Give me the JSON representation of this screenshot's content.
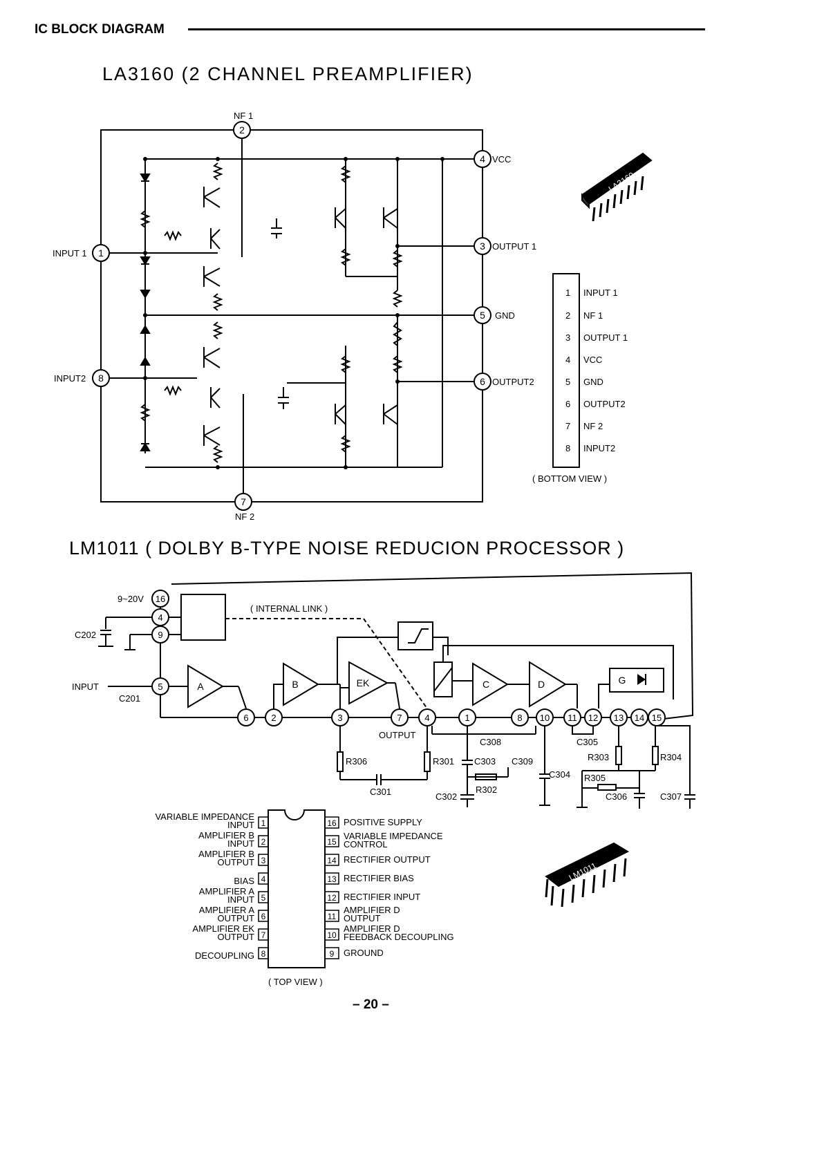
{
  "header": {
    "title": "IC BLOCK DIAGRAM"
  },
  "la3160": {
    "title": "LA3160 (2 CHANNEL PREAMPLIFIER)",
    "pins": [
      {
        "num": "1",
        "label": "INPUT 1"
      },
      {
        "num": "2",
        "label": "NF 1"
      },
      {
        "num": "3",
        "label": "OUTPUT 1"
      },
      {
        "num": "4",
        "label": "VCC"
      },
      {
        "num": "5",
        "label": "GND"
      },
      {
        "num": "6",
        "label": "OUTPUT2"
      },
      {
        "num": "7",
        "label": "NF 2"
      },
      {
        "num": "8",
        "label": "INPUT2"
      }
    ],
    "package_marking": "LA3160",
    "pinout": [
      {
        "num": "1",
        "label": "INPUT 1"
      },
      {
        "num": "2",
        "label": "NF 1"
      },
      {
        "num": "3",
        "label": "OUTPUT 1"
      },
      {
        "num": "4",
        "label": "VCC"
      },
      {
        "num": "5",
        "label": "GND"
      },
      {
        "num": "6",
        "label": "OUTPUT2"
      },
      {
        "num": "7",
        "label": "NF 2"
      },
      {
        "num": "8",
        "label": "INPUT2"
      }
    ],
    "pinout_caption": "( BOTTOM VIEW )"
  },
  "lm1011": {
    "title": "LM1011 ( DOLBY B-TYPE NOISE REDUCION PROCESSOR )",
    "supply_label": "9~20V",
    "internal_link": "( INTERNAL LINK )",
    "input_label": "INPUT",
    "output_label": "OUTPUT",
    "blocks": [
      "A",
      "B",
      "EK",
      "C",
      "D",
      "G"
    ],
    "pins": [
      "16",
      "4",
      "9",
      "5",
      "6",
      "2",
      "3",
      "7",
      "4",
      "1",
      "8",
      "10",
      "11",
      "12",
      "13",
      "14",
      "15"
    ],
    "components": [
      "C202",
      "C201",
      "R306",
      "C301",
      "R301",
      "C303",
      "C309",
      "C302",
      "R302",
      "C308",
      "C304",
      "C305",
      "R303",
      "R305",
      "C306",
      "R304",
      "C307"
    ],
    "package_marking": "LM1011",
    "pinout_left": [
      {
        "num": "1",
        "label1": "VARIABLE IMPEDANCE",
        "label2": "INPUT"
      },
      {
        "num": "2",
        "label1": "AMPLIFIER B",
        "label2": "INPUT"
      },
      {
        "num": "3",
        "label1": "AMPLIFIER B",
        "label2": "OUTPUT"
      },
      {
        "num": "4",
        "label1": "",
        "label2": "BIAS"
      },
      {
        "num": "5",
        "label1": "AMPLIFIER A",
        "label2": "INPUT"
      },
      {
        "num": "6",
        "label1": "AMPLIFIER A",
        "label2": "OUTPUT"
      },
      {
        "num": "7",
        "label1": "AMPLIFIER EK",
        "label2": "OUTPUT"
      },
      {
        "num": "8",
        "label1": "",
        "label2": "DECOUPLING"
      }
    ],
    "pinout_right": [
      {
        "num": "16",
        "label1": "POSITIVE SUPPLY",
        "label2": ""
      },
      {
        "num": "15",
        "label1": "VARIABLE IMPEDANCE",
        "label2": "CONTROL"
      },
      {
        "num": "14",
        "label1": "RECTIFIER OUTPUT",
        "label2": ""
      },
      {
        "num": "13",
        "label1": "RECTIFIER BIAS",
        "label2": ""
      },
      {
        "num": "12",
        "label1": "RECTIFIER INPUT",
        "label2": ""
      },
      {
        "num": "11",
        "label1": "AMPLIFIER D",
        "label2": "OUTPUT"
      },
      {
        "num": "10",
        "label1": "AMPLIFIER D",
        "label2": "FEEDBACK DECOUPLING"
      },
      {
        "num": "9",
        "label1": "GROUND",
        "label2": ""
      }
    ],
    "pinout_caption": "( TOP VIEW )"
  },
  "page_number": "– 20 –"
}
